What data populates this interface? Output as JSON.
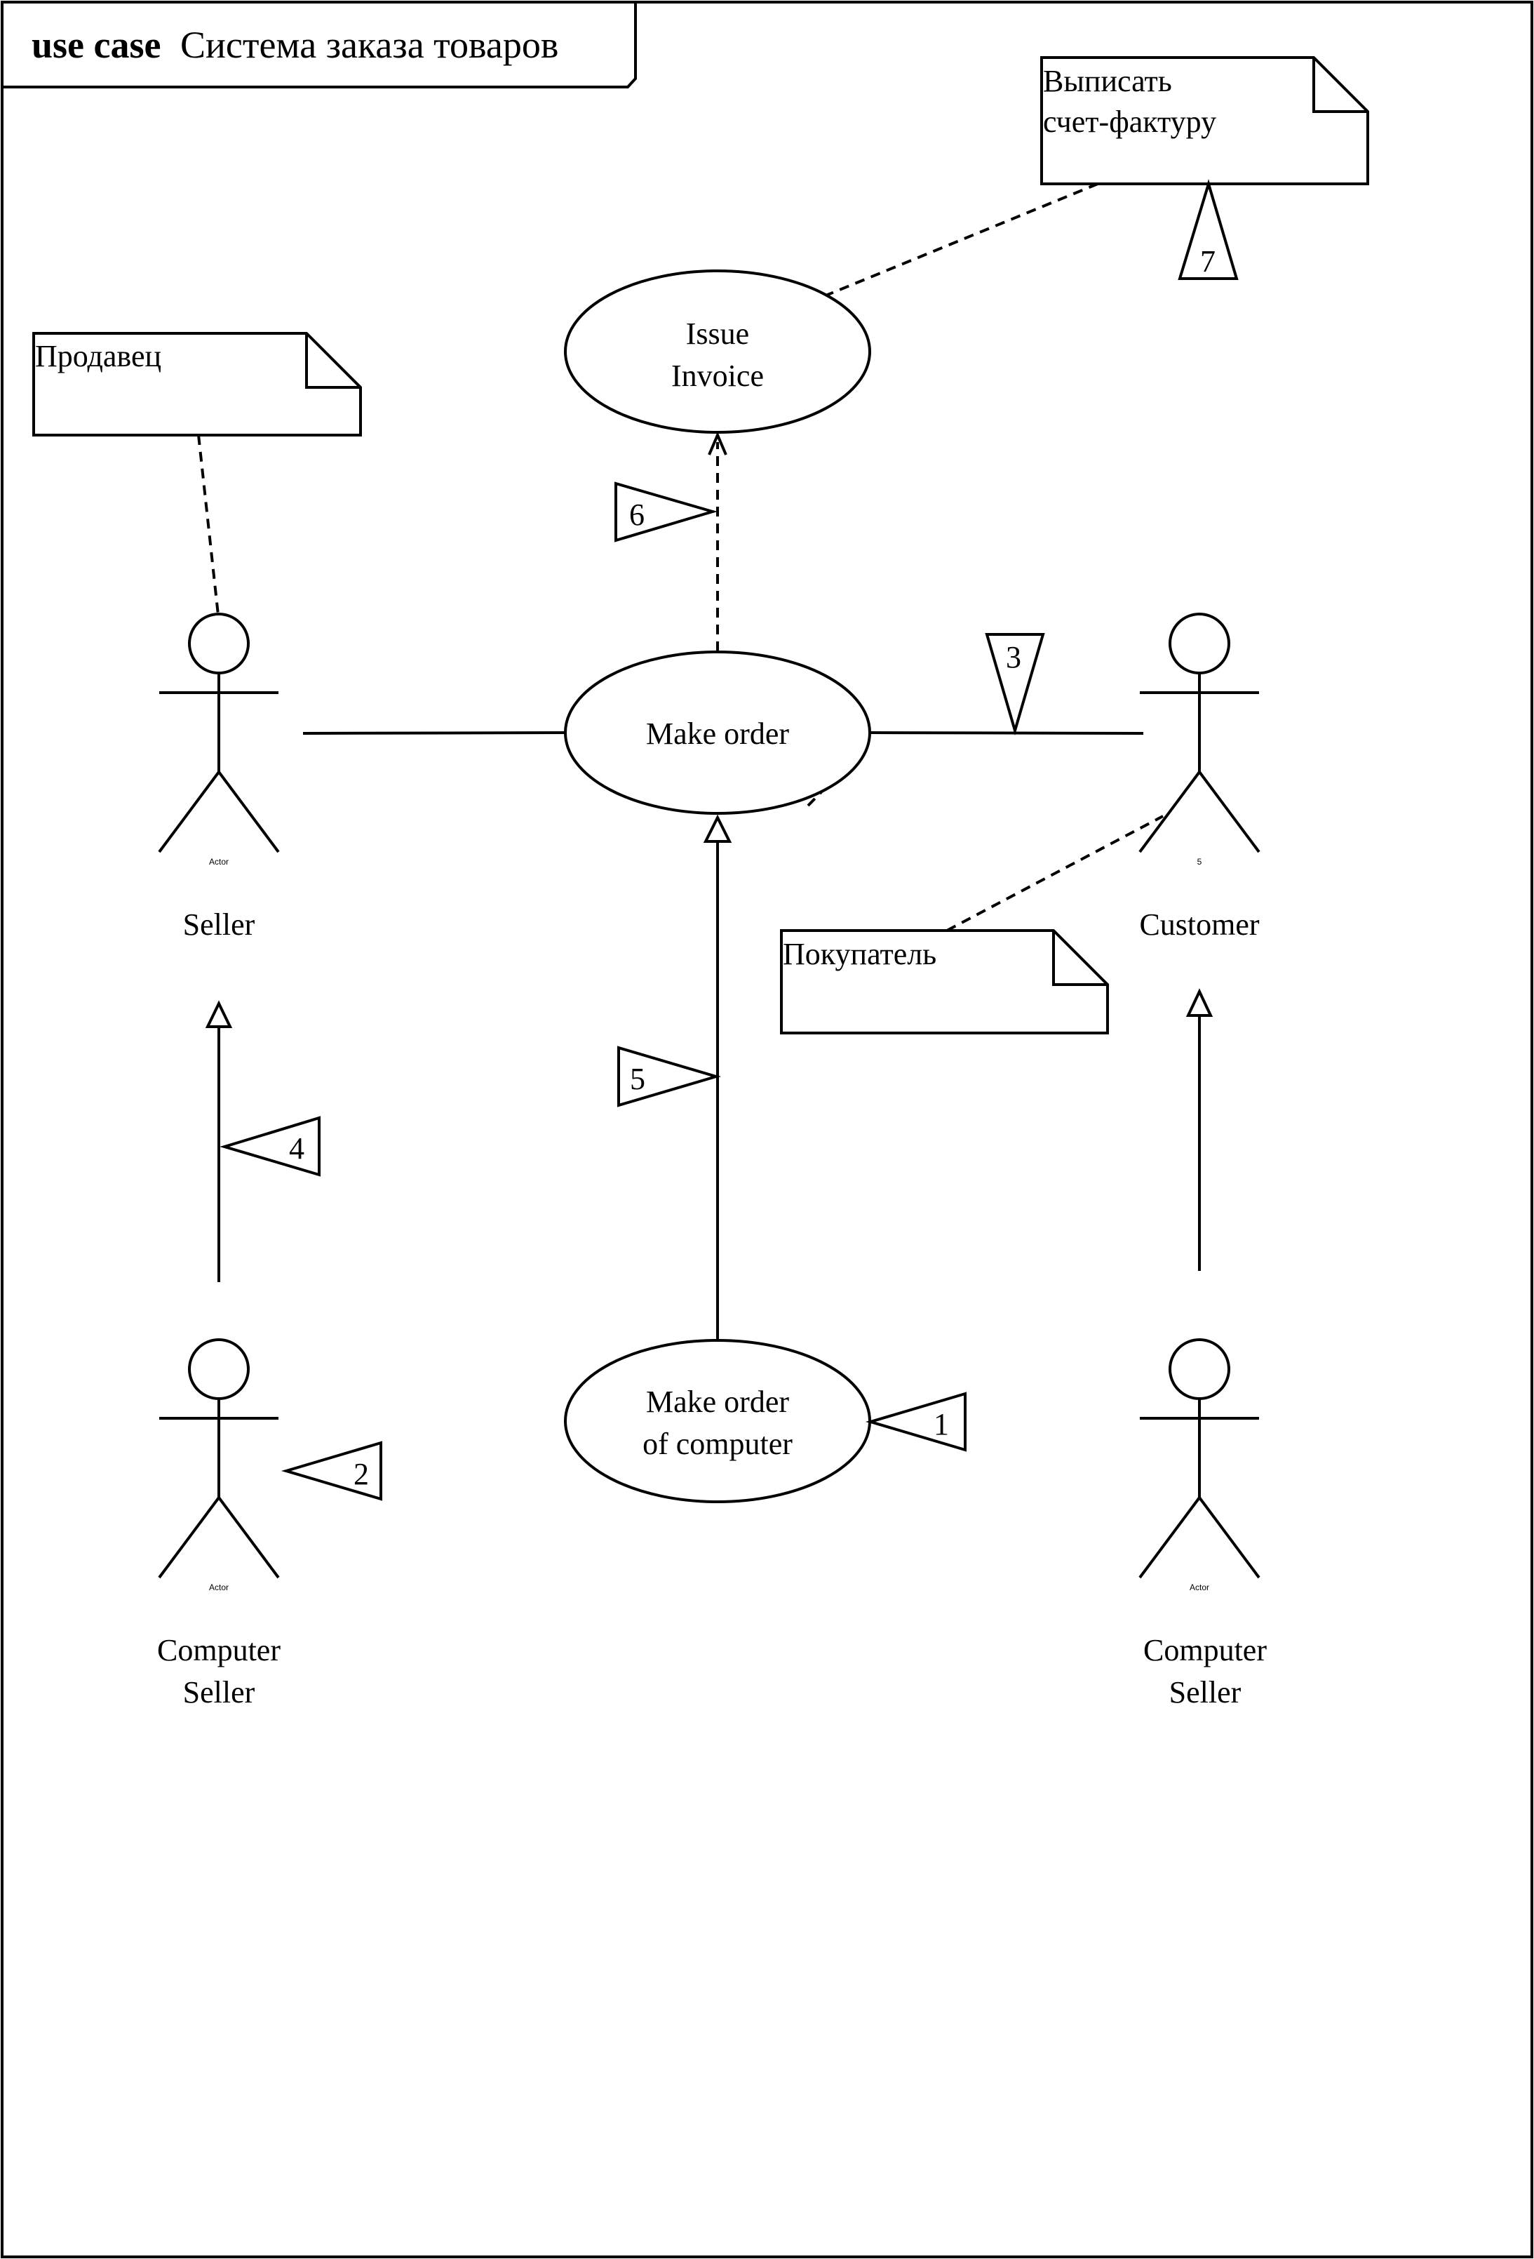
{
  "frame": {
    "keyword": "use case",
    "title": "Система заказа товаров"
  },
  "use_cases": {
    "issue_invoice": [
      "Issue",
      "Invoice"
    ],
    "make_order": "Make order",
    "make_order_computer": [
      "Make order",
      "of computer"
    ]
  },
  "actors": {
    "seller": {
      "name": "Seller",
      "stereotype": "Actor"
    },
    "customer": {
      "name": "Customer",
      "stereotype": "5"
    },
    "computer_seller_left": {
      "name": [
        "Computer",
        "Seller"
      ],
      "stereotype": "Actor"
    },
    "computer_seller_right": {
      "name": [
        "Computer",
        "Seller"
      ],
      "stereotype": "Actor"
    }
  },
  "notes": {
    "invoice_note": [
      "Выписать",
      "счет-фактуру"
    ],
    "seller_note": "Продавец",
    "customer_note": "Покупатель"
  },
  "flags": {
    "f1": "1",
    "f2": "2",
    "f3": "3",
    "f4": "4",
    "f5": "5",
    "f6": "6",
    "f7": "7"
  }
}
